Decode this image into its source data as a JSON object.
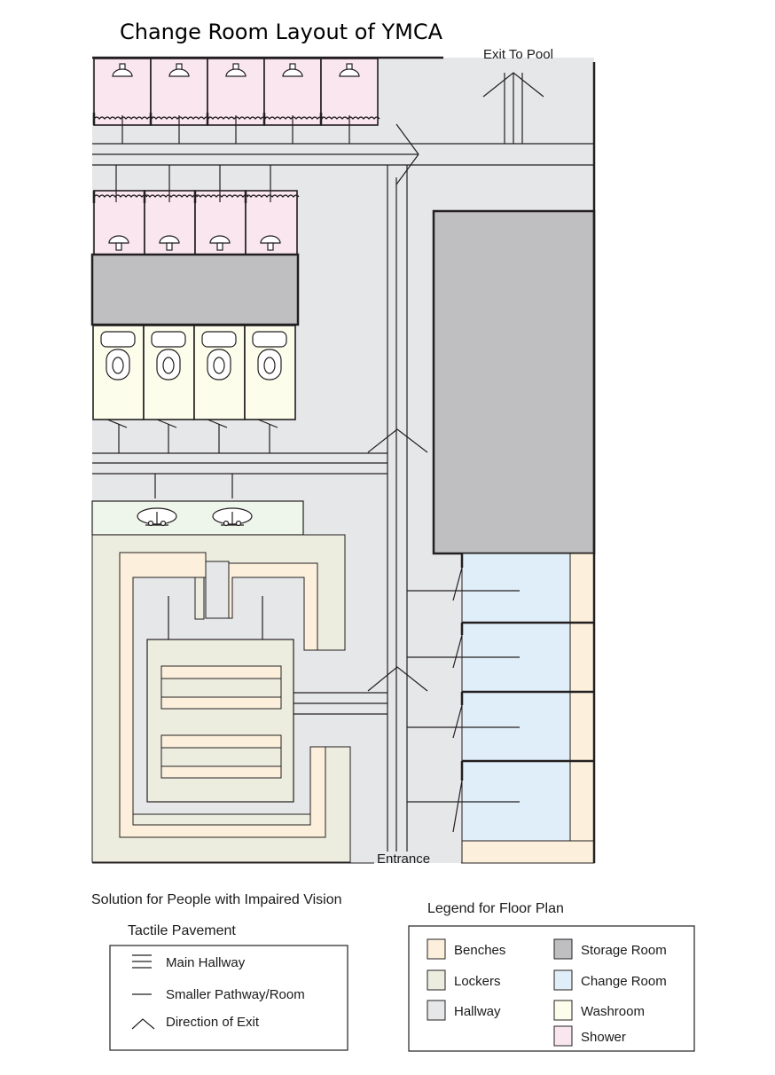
{
  "title": "Change Room Layout of YMCA",
  "labels": {
    "exit_to_pool": "Exit To Pool",
    "entrance": "Entrance"
  },
  "tactile": {
    "heading": "Solution for People with Impaired Vision",
    "subheading": "Tactile Pavement",
    "items": [
      {
        "symbol": "main-hallway",
        "label": "Main Hallway"
      },
      {
        "symbol": "smaller-pathway",
        "label": "Smaller Pathway/Room"
      },
      {
        "symbol": "direction-of-exit",
        "label": "Direction of Exit"
      }
    ]
  },
  "legend": {
    "heading": "Legend for Floor Plan",
    "items": [
      {
        "label": "Benches",
        "color": "#fcf0dc"
      },
      {
        "label": "Lockers",
        "color": "#ededdf"
      },
      {
        "label": "Hallway",
        "color": "#e6e7e9"
      },
      {
        "label": "Storage Room",
        "color": "#bfbfc1"
      },
      {
        "label": "Change Room",
        "color": "#dfeef9"
      },
      {
        "label": "Washroom",
        "color": "#fdfdec"
      },
      {
        "label": "Shower",
        "color": "#f9e6ef"
      }
    ]
  },
  "colors": {
    "benches": "#fcf0dc",
    "lockers": "#ededdf",
    "hallway": "#e6e7e9",
    "storage": "#bfbfc1",
    "change_room": "#dfeef9",
    "washroom": "#fdfdec",
    "shower": "#f9e6ef",
    "sink_counter": "#eef5ea",
    "line": "#231f20"
  }
}
